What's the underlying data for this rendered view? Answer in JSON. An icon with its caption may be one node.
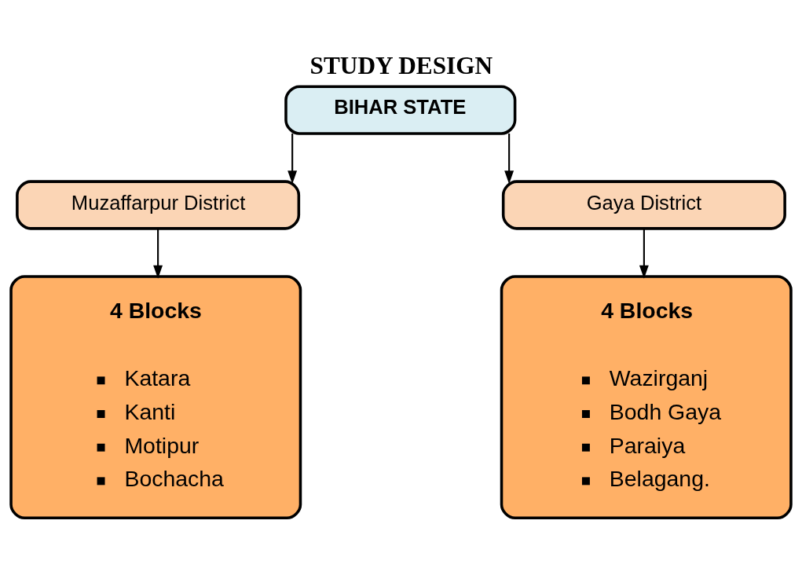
{
  "diagram": {
    "title": "STUDY DESIGN",
    "nodes": [
      {
        "text": [
          "BIHAR STATE"
        ]
      },
      {
        "text": [
          "Muzaffarpur District"
        ]
      },
      {
        "text": [
          "Gaya District"
        ]
      },
      {
        "text": [
          "4 Blocks",
          "Katara",
          "Kanti",
          "Motipur",
          "Bochacha"
        ]
      },
      {
        "text": [
          "4 Blocks",
          "Wazirganj",
          "Bodh Gaya",
          "Paraiya",
          "Belagang."
        ]
      }
    ],
    "edges": [
      {
        "from": 0,
        "to": 1,
        "arrow": "to"
      },
      {
        "from": 0,
        "to": 2,
        "arrow": "to"
      },
      {
        "from": 1,
        "to": 3,
        "arrow": "to"
      },
      {
        "from": 2,
        "to": 4,
        "arrow": "to"
      }
    ]
  }
}
